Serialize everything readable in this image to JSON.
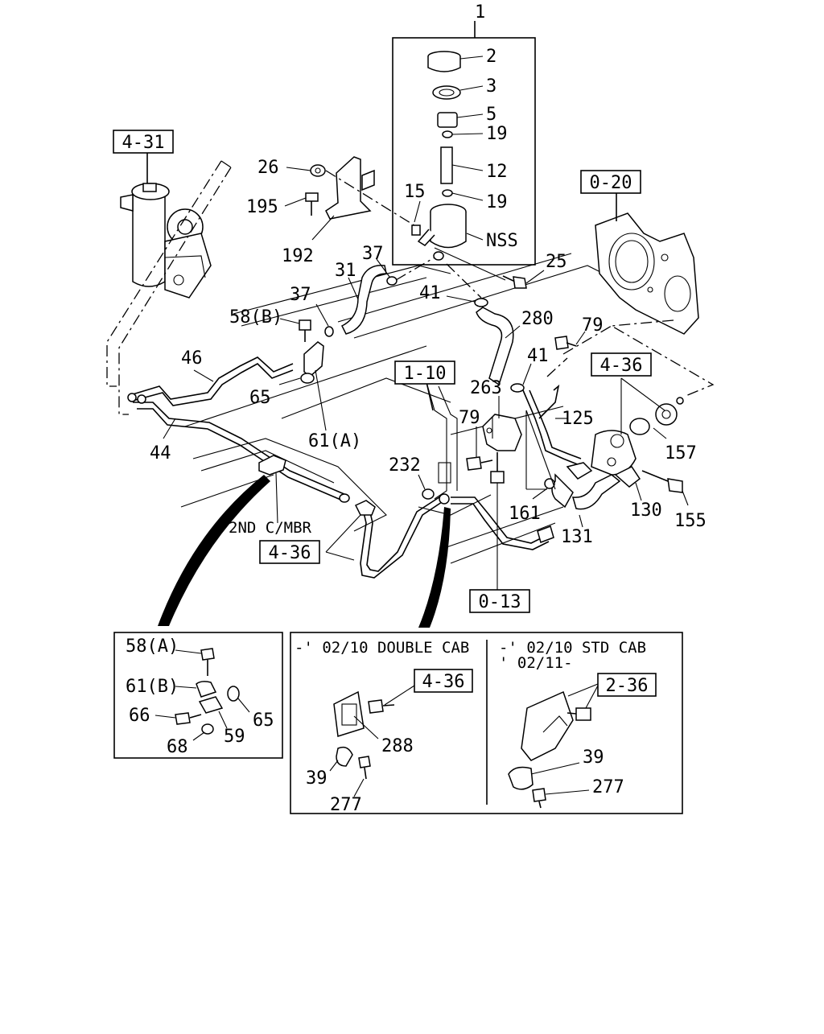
{
  "boxed_refs": {
    "ref_4_31": "4-31",
    "ref_0_20": "0-20",
    "ref_1_10": "1-10",
    "ref_4_36_right": "4-36",
    "ref_4_36_left": "4-36",
    "ref_0_13": "0-13",
    "ref_4_36_inset": "4-36",
    "ref_2_36_inset": "2-36"
  },
  "callouts": {
    "c1": "1",
    "c2": "2",
    "c3": "3",
    "c5": "5",
    "c19a": "19",
    "c12": "12",
    "c19b": "19",
    "c15": "15",
    "cNSS": "NSS",
    "c25": "25",
    "c26": "26",
    "c195": "195",
    "c192": "192",
    "c37a": "37",
    "c31": "31",
    "c37b": "37",
    "c58b": "58(B)",
    "c41a": "41",
    "c280": "280",
    "c79a": "79",
    "c41b": "41",
    "c46": "46",
    "c65": "65",
    "c61a": "61(A)",
    "c44": "44",
    "c263": "263",
    "c125": "125",
    "c157": "157",
    "c79b": "79",
    "c232": "232",
    "c161": "161",
    "c130": "130",
    "c155": "155",
    "c131": "131",
    "c2nd": "2ND C/MBR"
  },
  "inset_left": {
    "c58a": "58(A)",
    "c61b": "61(B)",
    "c66": "66",
    "c65": "65",
    "c68": "68",
    "c59": "59"
  },
  "inset_double": {
    "title": "-' 02/10 DOUBLE CAB",
    "c288": "288",
    "c39": "39",
    "c277": "277"
  },
  "inset_std": {
    "title_line1": "-' 02/10 STD CAB",
    "title_line2": "' 02/11-",
    "c39": "39",
    "c277": "277"
  }
}
